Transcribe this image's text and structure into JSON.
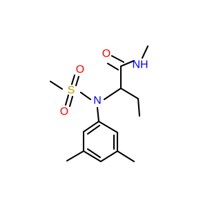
{
  "molecule": {
    "atoms": {
      "amide_oxygen": "O",
      "amide_nh": "NH",
      "sulfonyl_o_top": "O",
      "sulfonyl_o_bottom": "O",
      "sulfur": "S",
      "sulfonamide_n": "N"
    },
    "colors": {
      "bond": "#000000",
      "oxygen": "#ff0000",
      "nitrogen": "#0000ff",
      "sulfur": "#b8a000"
    }
  }
}
